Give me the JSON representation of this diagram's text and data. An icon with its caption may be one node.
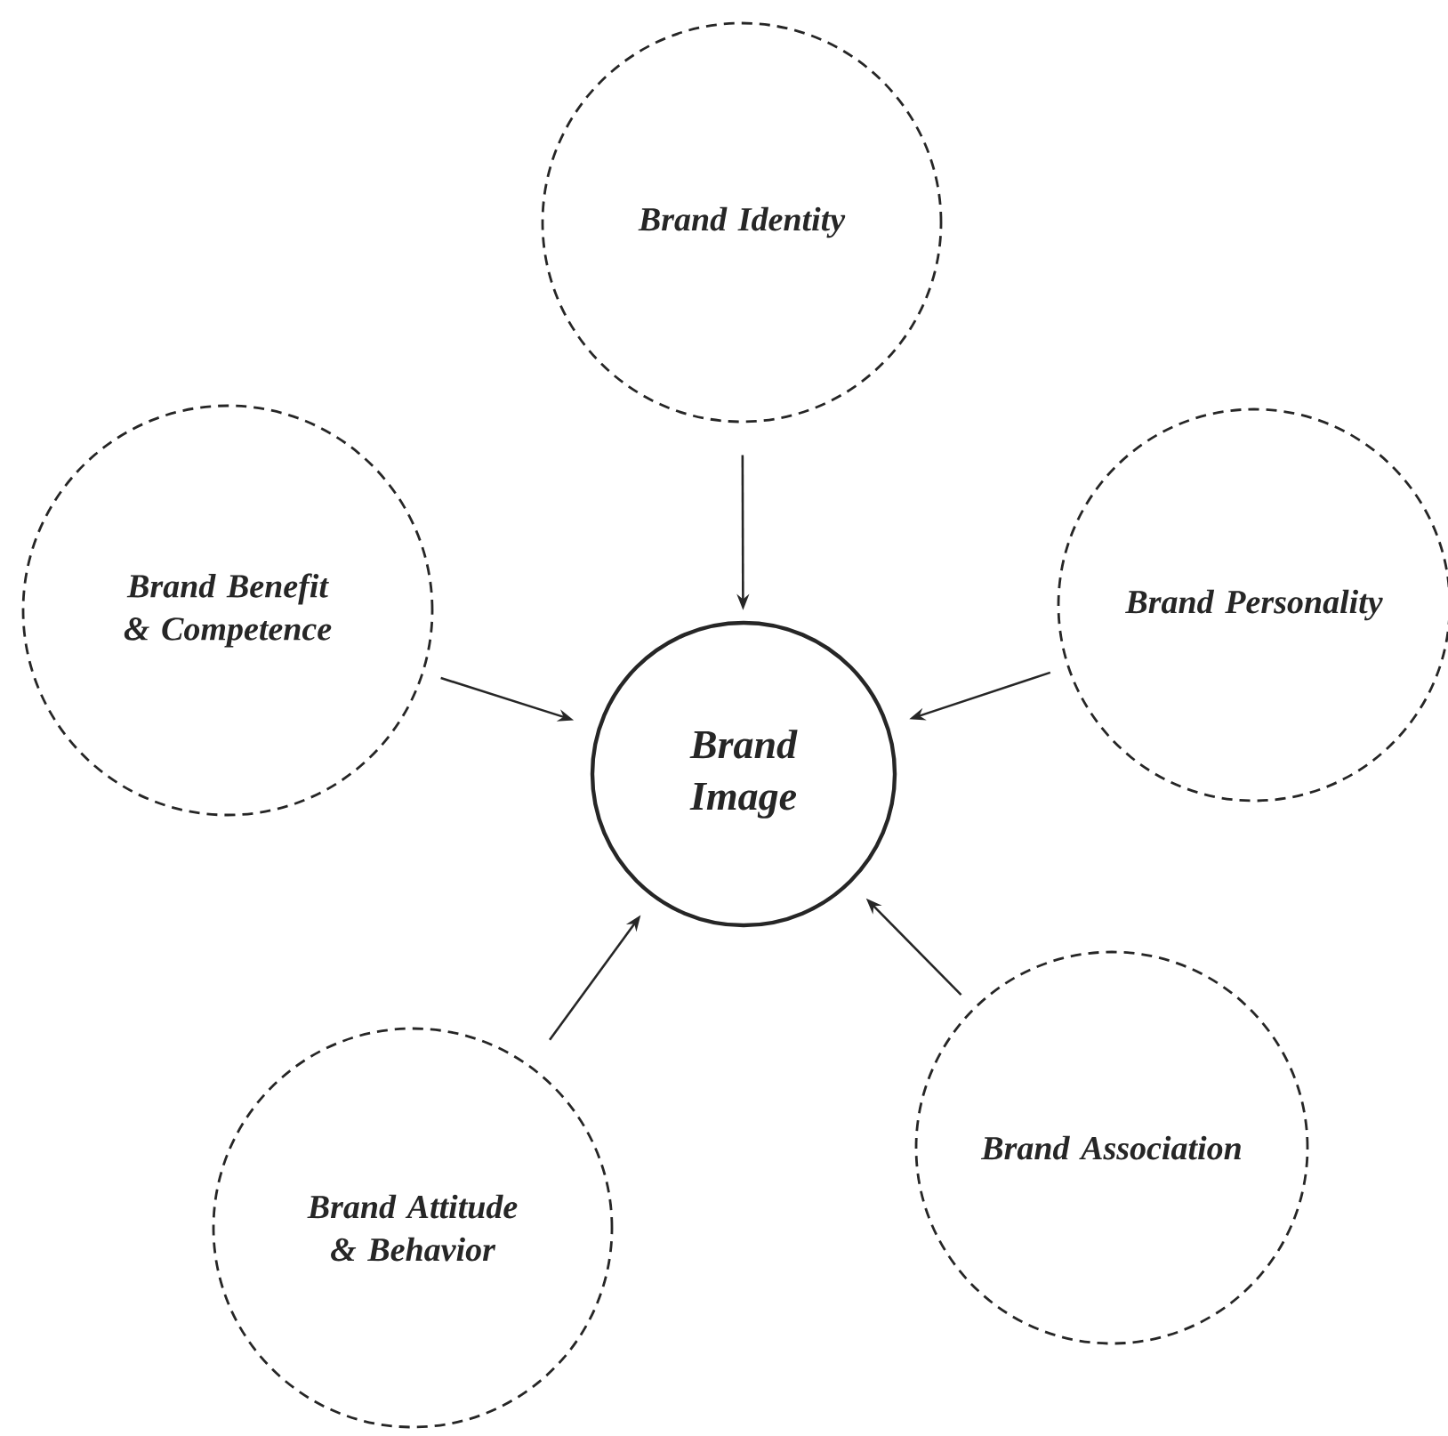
{
  "diagram": {
    "nodes": [
      {
        "text": [
          "Brand Identity"
        ]
      },
      {
        "text": [
          "Brand Benefit & Competence"
        ]
      },
      {
        "text": [
          "Brand Image"
        ]
      },
      {
        "text": [
          "Brand Personality"
        ]
      },
      {
        "text": [
          "Brand Attitude & Behavior"
        ]
      },
      {
        "text": [
          "Brand Association"
        ]
      }
    ],
    "edges": [
      {
        "from": 0,
        "to": 2,
        "arrow": "to"
      },
      {
        "from": 1,
        "to": 2,
        "arrow": "to"
      },
      {
        "from": 3,
        "to": 2,
        "arrow": "to"
      },
      {
        "from": 4,
        "to": 2,
        "arrow": "to"
      },
      {
        "from": 5,
        "to": 2,
        "arrow": "to"
      }
    ]
  }
}
